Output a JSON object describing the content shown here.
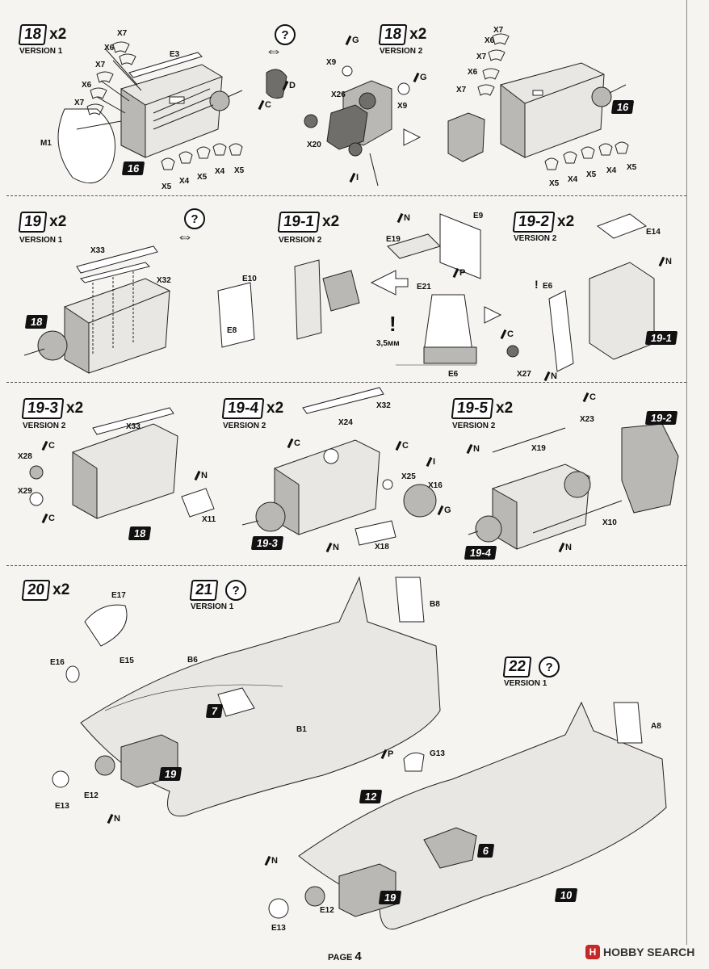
{
  "steps": {
    "s18a": {
      "num": "18",
      "mult": "x2",
      "version": "VERSION 1"
    },
    "s18b": {
      "num": "18",
      "mult": "x2",
      "version": "VERSION 2"
    },
    "s19": {
      "num": "19",
      "mult": "x2",
      "version": "VERSION 1"
    },
    "s19_1": {
      "num": "19-1",
      "mult": "x2",
      "version": "VERSION 2"
    },
    "s19_2": {
      "num": "19-2",
      "mult": "x2",
      "version": "VERSION 2"
    },
    "s19_3": {
      "num": "19-3",
      "mult": "x2",
      "version": "VERSION 2"
    },
    "s19_4": {
      "num": "19-4",
      "mult": "x2",
      "version": "VERSION 2"
    },
    "s19_5": {
      "num": "19-5",
      "mult": "x2",
      "version": "VERSION 2"
    },
    "s20": {
      "num": "20",
      "mult": "x2"
    },
    "s21": {
      "num": "21",
      "version": "VERSION 1"
    },
    "s22": {
      "num": "22",
      "version": "VERSION 1"
    }
  },
  "qmark": "?",
  "arrow_swap": "⇔",
  "badges": {
    "b16a": "16",
    "b16b": "16",
    "b18a": "18",
    "b18b": "18",
    "b19_1": "19-1",
    "b19_2": "19-2",
    "b19_3": "19-3",
    "b19_4": "19-4",
    "b7": "7",
    "b19a": "19",
    "b12": "12",
    "b6": "6",
    "b19b": "19",
    "b10": "10"
  },
  "labels": {
    "X7a": "X7",
    "X6a": "X6",
    "X7b": "X7",
    "X6b": "X6",
    "X7c": "X7",
    "E3": "E3",
    "M1": "M1",
    "X5a": "X5",
    "X4a": "X4",
    "X5b": "X5",
    "X4b": "X4",
    "X5c": "X5",
    "X9a": "X9",
    "X26": "X26",
    "X9b": "X9",
    "X20": "X20",
    "X7d": "X7",
    "X6c": "X6",
    "X7e": "X7",
    "X6d": "X6",
    "X7f": "X7",
    "X5d": "X5",
    "X4c": "X4",
    "X5e": "X5",
    "X4d": "X4",
    "X5f": "X5",
    "X33a": "X33",
    "X32a": "X32",
    "E10": "E10",
    "E8": "E8",
    "E19": "E19",
    "E21": "E21",
    "E9": "E9",
    "E6a": "E6",
    "E6b": "E6",
    "E14": "E14",
    "X27": "X27",
    "dim": "3,5мм",
    "X28": "X28",
    "X29": "X29",
    "X33b": "X33",
    "X11": "X11",
    "X24": "X24",
    "X32b": "X32",
    "X25": "X25",
    "X16": "X16",
    "X18": "X18",
    "X23": "X23",
    "X19": "X19",
    "X10": "X10",
    "E17": "E17",
    "E16": "E16",
    "E15": "E15",
    "B8": "B8",
    "B6": "B6",
    "B1": "B1",
    "E12a": "E12",
    "E13a": "E13",
    "A8": "A8",
    "G13": "G13",
    "E12b": "E12",
    "E13b": "E13"
  },
  "paints": {
    "G1": "G",
    "D1": "D",
    "C1": "C",
    "G2": "G",
    "I1": "I",
    "N1": "N",
    "P1": "P",
    "N2": "N",
    "C2": "C",
    "N3": "N",
    "C3": "C",
    "C4": "C",
    "N4": "N",
    "C5": "C",
    "C6": "C",
    "I2": "I",
    "G3": "G",
    "N5": "N",
    "C7": "C",
    "N6": "N",
    "N7": "N",
    "N8": "N",
    "P2": "P",
    "N9": "N"
  },
  "warn": "!",
  "footer": {
    "label": "PAGE",
    "number": "4"
  },
  "watermark": {
    "logo": "H",
    "text": "HOBBY SEARCH"
  }
}
